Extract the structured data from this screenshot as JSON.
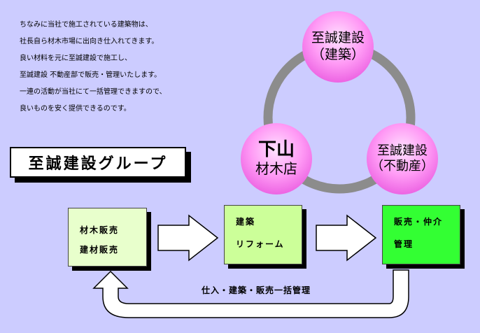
{
  "intro_lines": [
    "ちなみに当社で施工されている建築物は、",
    "社長自ら材木市場に出向き仕入れてきます。",
    "良い材料を元に至誠建設で施工し、",
    "至誠建設 不動産部で販売・管理いたします。",
    "一連の活動が当社にて一括管理できますので、",
    "良いものを安く提供できるのです。"
  ],
  "group_title": "至誠建設グループ",
  "circles": {
    "top": {
      "line1": "至誠建設",
      "line2": "（建築）"
    },
    "left": {
      "line1": "下山",
      "line2": "材木店"
    },
    "right": {
      "line1": "至誠建設",
      "line2": "（不動産）"
    }
  },
  "boxes": {
    "lumber": {
      "line1": "材木販売",
      "line2": "建材販売"
    },
    "construction": {
      "line1": "建築",
      "line2": "リフォーム"
    },
    "sales": {
      "line1": "販売・仲介",
      "line2": "管理"
    }
  },
  "loop_label": "仕入・建築・販売一括管理",
  "colors": {
    "background": "#ccccff",
    "circle": "#ff99f5",
    "ring": "#8c8c8c",
    "box_lumber": "#e8ffcc",
    "box_construction": "#ccff99",
    "box_sales": "#33ff33"
  }
}
